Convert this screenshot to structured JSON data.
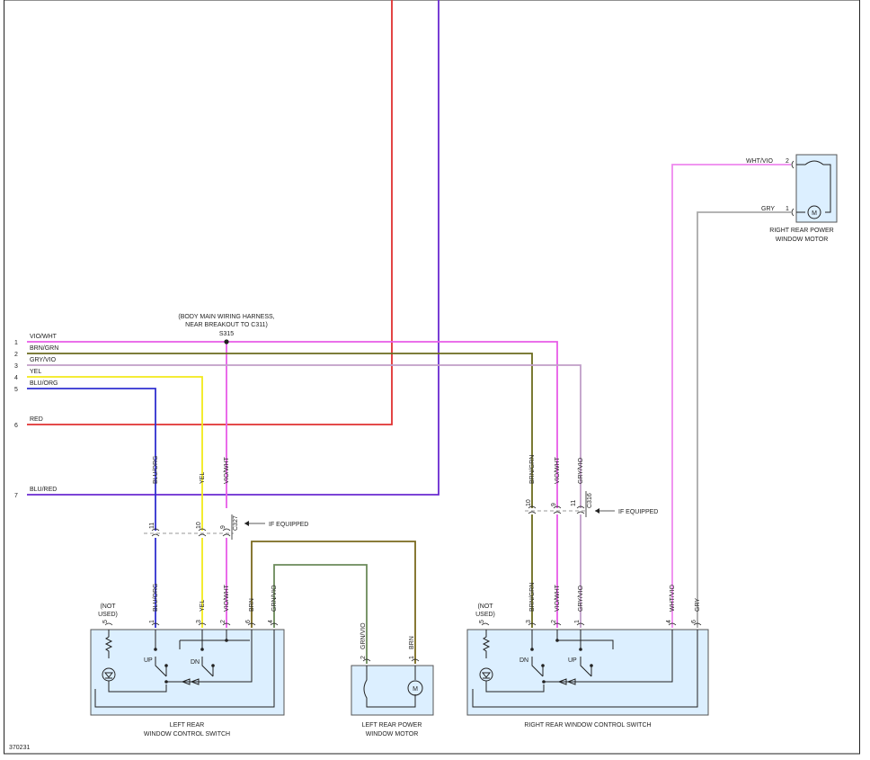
{
  "diagram_id": "370231",
  "colors": {
    "VIO/WHT": "#e85ce8",
    "BRN/GRN": "#6b6b1e",
    "GRY/VIO": "#c09ec8",
    "YEL": "#f2ea1a",
    "BLU/ORG": "#3030d0",
    "RED": "#e03030",
    "BLU/RED": "#6a2ad0",
    "WHT/VIO": "#ee88ee",
    "GRY": "#a9a9a9",
    "BRN": "#7a6a1e",
    "GRN/VIO": "#6b8a5a"
  },
  "harness": {
    "rows": [
      {
        "pin": "1",
        "wire": "VIO/WHT"
      },
      {
        "pin": "2",
        "wire": "BRN/GRN"
      },
      {
        "pin": "3",
        "wire": "GRY/VIO"
      },
      {
        "pin": "4",
        "wire": "YEL"
      },
      {
        "pin": "5",
        "wire": "BLU/ORG"
      },
      {
        "pin": "6",
        "wire": "RED"
      },
      {
        "pin": "7",
        "wire": "BLU/RED"
      }
    ],
    "splice_note_1": "(BODY MAIN WIRING HARNESS,",
    "splice_note_2": "NEAR BREAKOUT TO C311)",
    "splice_id": "S315"
  },
  "left_connector": {
    "id": "C327",
    "note": "IF EQUIPPED",
    "pins": [
      "11",
      "10",
      "9"
    ],
    "wires": [
      "BLU/ORG",
      "YEL",
      "VIO/WHT"
    ]
  },
  "right_connector": {
    "id": "C316",
    "note": "IF EQUIPPED",
    "pins": [
      "10",
      "9",
      "11"
    ],
    "wires": [
      "BRN/GRN",
      "VIO/WHT",
      "GRY/VIO"
    ]
  },
  "left_switch": {
    "title_1": "LEFT REAR",
    "title_2": "WINDOW CONTROL SWITCH",
    "not_used_1": "(NOT",
    "not_used_2": "USED)",
    "up": "UP",
    "dn": "DN",
    "pins": [
      "5",
      "1",
      "3",
      "2",
      "6",
      "4"
    ],
    "wires": [
      "BLU/ORG",
      "YEL",
      "VIO/WHT",
      "BRN",
      "GRN/VIO"
    ]
  },
  "left_motor": {
    "title_1": "LEFT REAR POWER",
    "title_2": "WINDOW MOTOR",
    "pins": [
      "2",
      "1"
    ],
    "wires": [
      "GRN/VIO",
      "BRN"
    ],
    "motor_label": "M"
  },
  "right_switch": {
    "title": "RIGHT REAR WINDOW CONTROL SWITCH",
    "not_used_1": "(NOT",
    "not_used_2": "USED)",
    "up": "UP",
    "dn": "DN",
    "pins": [
      "5",
      "3",
      "2",
      "1",
      "4",
      "6"
    ],
    "wires": [
      "BRN/GRN",
      "VIO/WHT",
      "GRY/VIO",
      "WHT/VIO",
      "GRY"
    ]
  },
  "right_motor": {
    "title_1": "RIGHT REAR POWER",
    "title_2": "WINDOW MOTOR",
    "pins": [
      "2",
      "1"
    ],
    "wires": [
      "WHT/VIO",
      "GRY"
    ],
    "motor_label": "M"
  }
}
